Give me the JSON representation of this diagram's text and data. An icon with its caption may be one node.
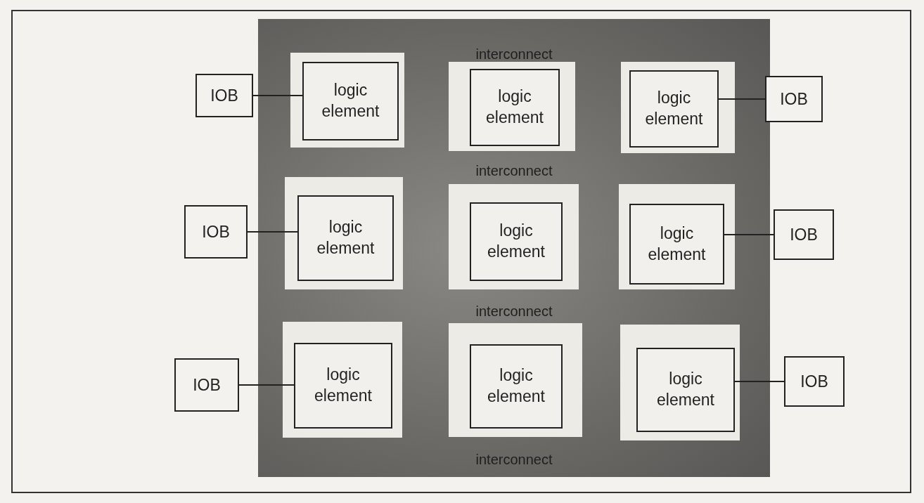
{
  "diagram": {
    "nodes": [
      {
        "text": [
          "interconnect",
          "interconnect",
          "interconnect",
          "interconnect"
        ]
      },
      {
        "text": [
          "logic element"
        ],
        "in": 0
      },
      {
        "text": [
          "logic element"
        ],
        "in": 0
      },
      {
        "text": [
          "logic element"
        ],
        "in": 0
      },
      {
        "text": [
          "logic element"
        ],
        "in": 0
      },
      {
        "text": [
          "logic element"
        ],
        "in": 0
      },
      {
        "text": [
          "logic element"
        ],
        "in": 0
      },
      {
        "text": [
          "logic element"
        ],
        "in": 0
      },
      {
        "text": [
          "logic element"
        ],
        "in": 0
      },
      {
        "text": [
          "logic element"
        ],
        "in": 0
      },
      {
        "text": [
          "IOB"
        ]
      },
      {
        "text": [
          "IOB"
        ]
      },
      {
        "text": [
          "IOB"
        ]
      },
      {
        "text": [
          "IOB"
        ]
      },
      {
        "text": [
          "IOB"
        ]
      },
      {
        "text": [
          "IOB"
        ]
      }
    ],
    "edges": [
      {
        "from": 10,
        "to": 1,
        "arrow": "none"
      },
      {
        "from": 11,
        "to": 3,
        "arrow": "none"
      },
      {
        "from": 12,
        "to": 4,
        "arrow": "none"
      },
      {
        "from": 13,
        "to": 6,
        "arrow": "none"
      },
      {
        "from": 14,
        "to": 7,
        "arrow": "none"
      },
      {
        "from": 15,
        "to": 9,
        "arrow": "none"
      }
    ]
  }
}
